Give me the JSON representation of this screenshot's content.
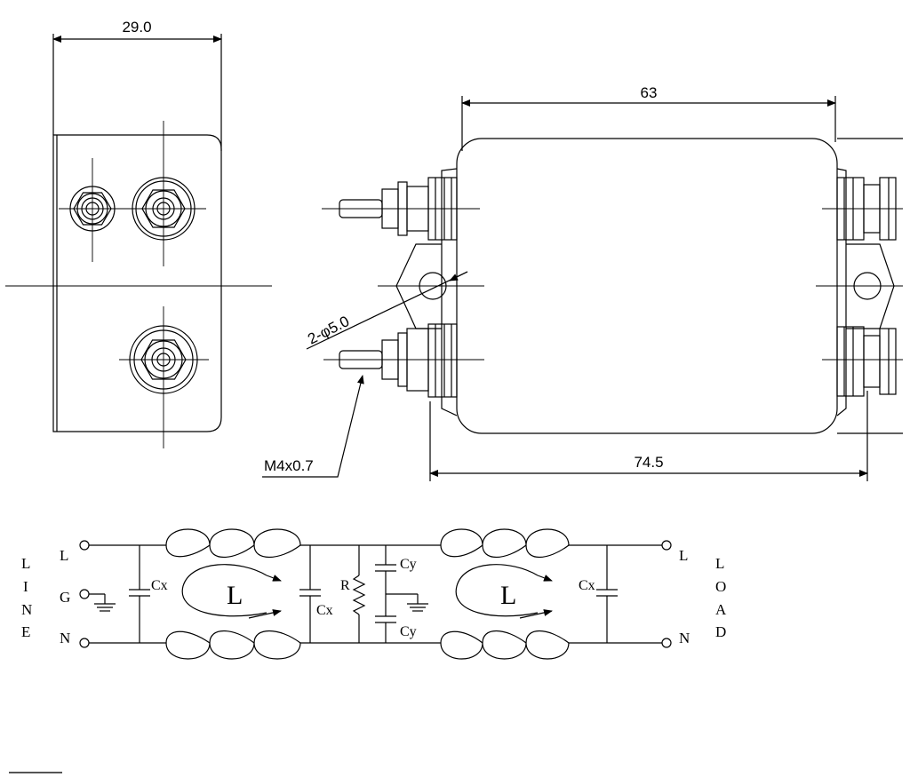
{
  "dimensions": {
    "width": "29.0",
    "body_length": "63",
    "overall_length": "74.5",
    "mount_holes": "2-φ5.0",
    "thread": "M4x0.7"
  },
  "schematic": {
    "line_side": {
      "L": "L",
      "G": "G",
      "N": "N",
      "vertical_word": [
        "L",
        "I",
        "N",
        "E"
      ]
    },
    "load_side": {
      "L": "L",
      "N": "N",
      "vertical_word": [
        "L",
        "O",
        "A",
        "D"
      ]
    },
    "components": {
      "cx_input": "Cx",
      "cx_mid_left": "Cx",
      "cx_output": "Cx",
      "resistor": "R",
      "cy_top": "Cy",
      "cy_bottom": "Cy",
      "inductor_1": "L",
      "inductor_2": "L"
    }
  }
}
